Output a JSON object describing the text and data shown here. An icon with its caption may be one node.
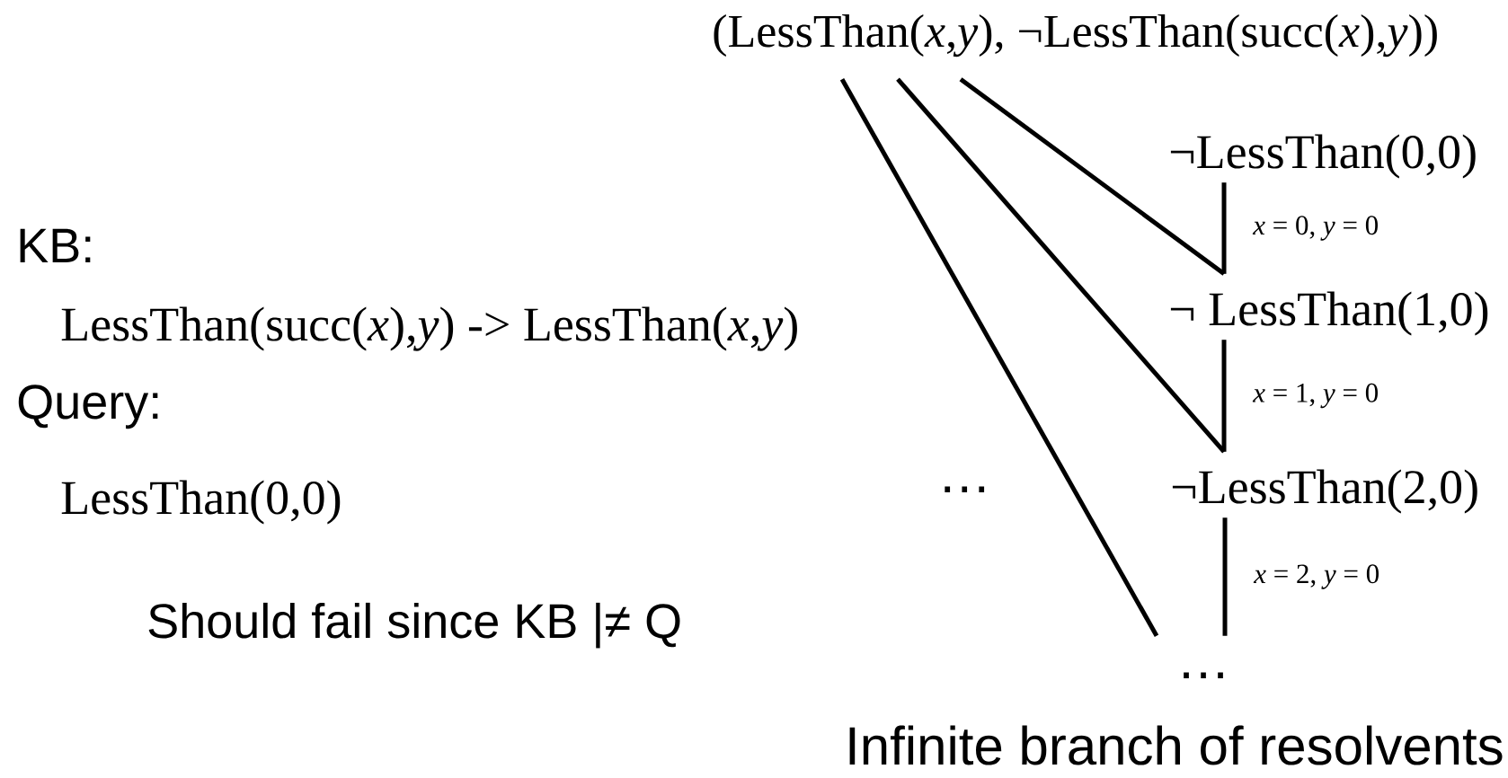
{
  "diagram": {
    "nodes": [
      {
        "text": [
          "(LessThan(*x*,*y*), ¬LessThan(succ(*x*),*y*))"
        ]
      },
      {
        "text": [
          "¬LessThan(0,0)"
        ]
      },
      {
        "text": [
          "¬ LessThan(1,0)"
        ]
      },
      {
        "text": [
          "¬LessThan(2,0)"
        ]
      },
      {
        "text": [
          "…"
        ]
      }
    ],
    "edges": [
      {
        "from": 0,
        "to": 2,
        "arrow": "none"
      },
      {
        "from": 1,
        "to": 2,
        "arrow": "none",
        "label": "*x* = 0, *y* = 0"
      },
      {
        "from": 0,
        "to": 3,
        "arrow": "none"
      },
      {
        "from": 2,
        "to": 3,
        "arrow": "none",
        "label": "*x* = 1, *y* = 0"
      },
      {
        "from": 0,
        "to": 4,
        "arrow": "none"
      },
      {
        "from": 3,
        "to": 4,
        "arrow": "none",
        "label": "*x* = 2, *y* = 0"
      }
    ],
    "labels": [
      "KB:",
      "LessThan(succ(*x*),*y*) -> LessThan(*x*,*y*)",
      "Query:",
      "LessThan(0,0)",
      "…",
      "Should fail since KB |≠ Q",
      "Infinite branch of resolvents"
    ]
  }
}
